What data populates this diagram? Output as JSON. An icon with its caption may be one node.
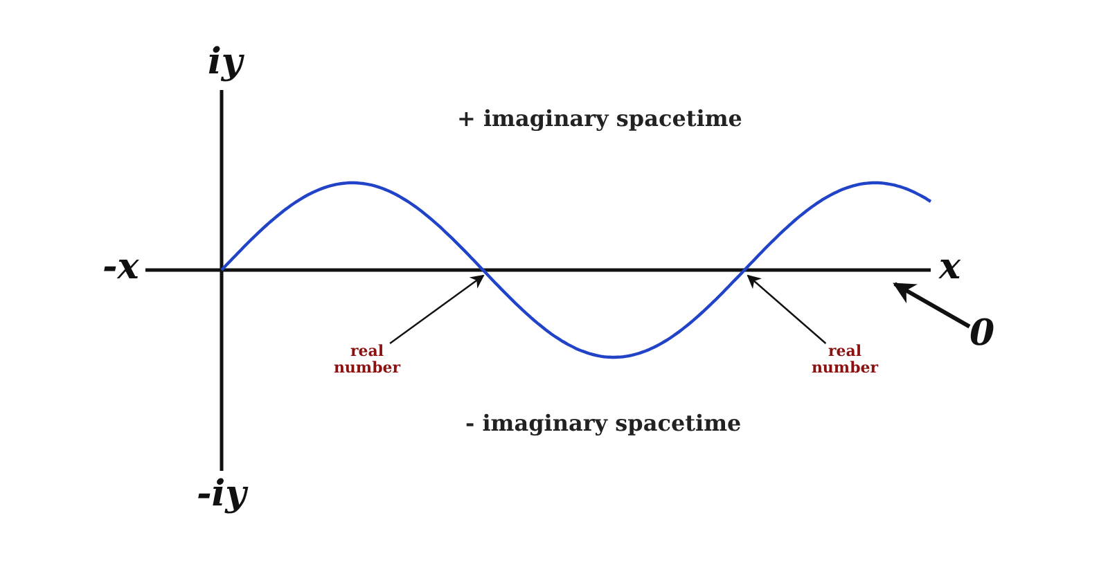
{
  "diagram": {
    "nodes": [
      {
        "text": [
          "real number"
        ]
      },
      {
        "text": [
          "real number"
        ]
      },
      {
        "text": [
          "0"
        ]
      }
    ],
    "edges": [
      {
        "from": 0,
        "to": null,
        "arrow": "to"
      },
      {
        "from": 1,
        "to": null,
        "arrow": "to"
      },
      {
        "from": 2,
        "to": null,
        "arrow": "to",
        "style": "thick"
      }
    ],
    "labels": [
      "iy",
      "+ imaginary spacetime",
      "-x",
      "x",
      "- imaginary spacetime",
      "-iy"
    ]
  }
}
